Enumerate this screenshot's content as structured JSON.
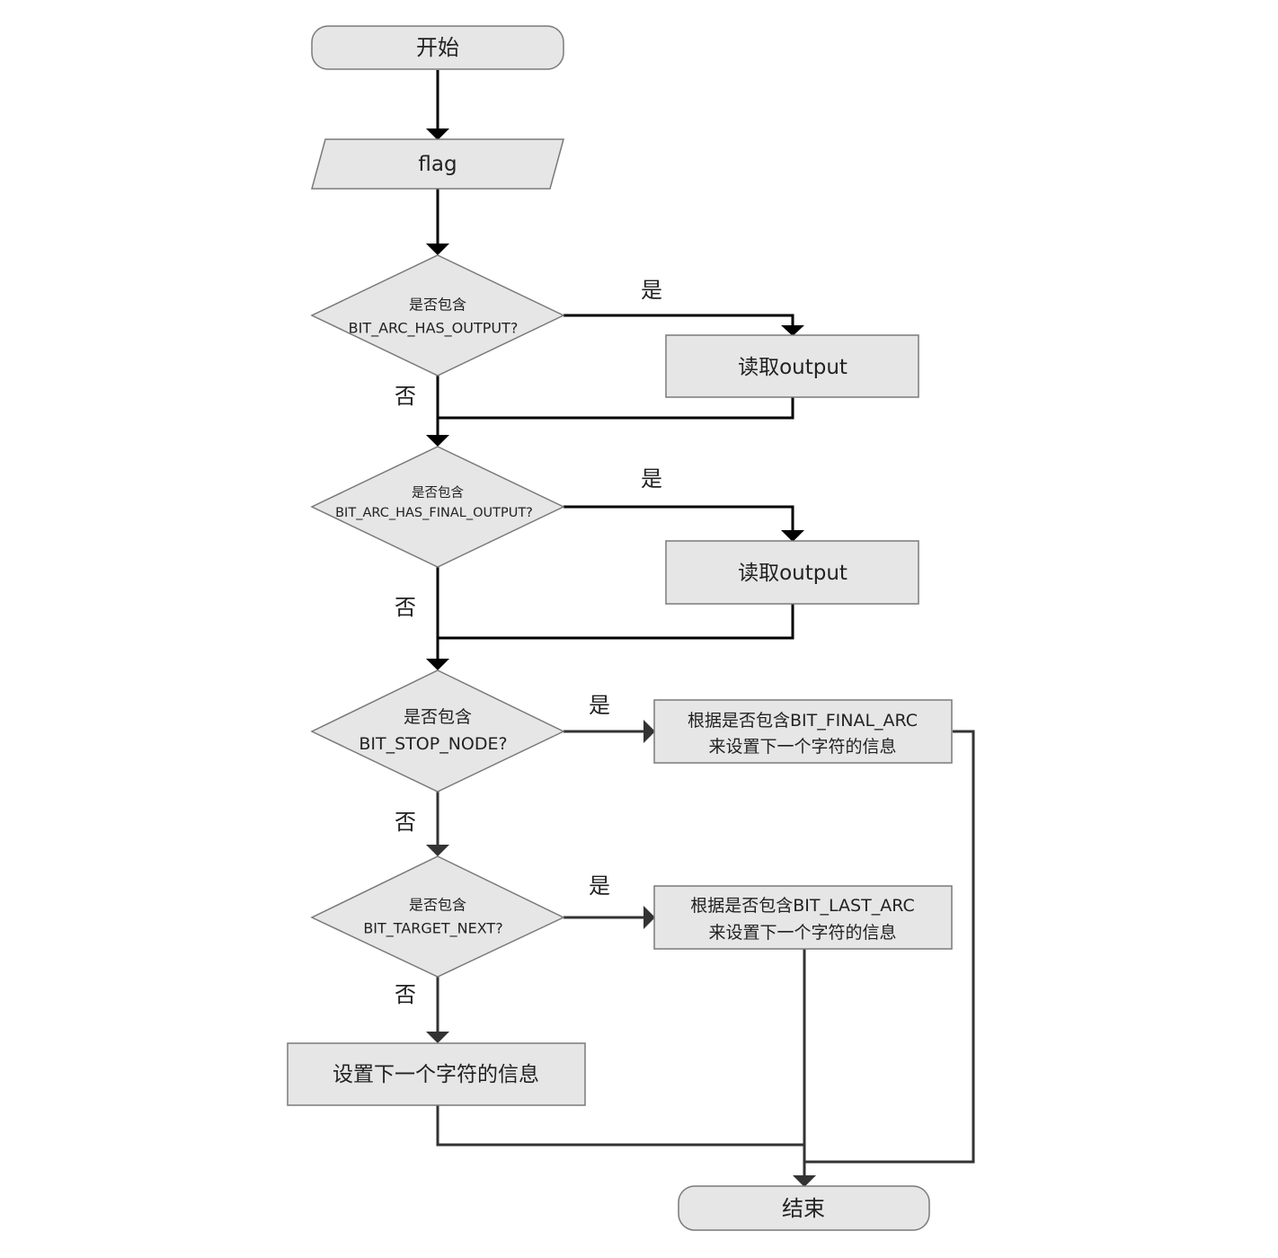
{
  "nodes": {
    "start": "开始",
    "input_flag": "flag",
    "decision1": {
      "line1": "是否包含",
      "line2": "BIT_ARC_HAS_OUTPUT?"
    },
    "read_output_1": "读取output",
    "decision2": {
      "line1": "是否包含",
      "line2": "BIT_ARC_HAS_FINAL_OUTPUT?"
    },
    "read_output_2": "读取output",
    "decision3": {
      "line1": "是否包含",
      "line2": "BIT_STOP_NODE?"
    },
    "set_final_arc": {
      "line1": "根据是否包含BIT_FINAL_ARC",
      "line2": "来设置下一个字符的信息"
    },
    "decision4": {
      "line1": "是否包含",
      "line2": "BIT_TARGET_NEXT?"
    },
    "set_last_arc": {
      "line1": "根据是否包含BIT_LAST_ARC",
      "line2": "来设置下一个字符的信息"
    },
    "set_next_char": "设置下一个字符的信息",
    "end": "结束"
  },
  "labels": {
    "d1_yes": "是",
    "d1_no": "否",
    "d2_yes": "是",
    "d2_no": "否",
    "d3_yes": "是",
    "d3_no": "否",
    "d4_yes": "是",
    "d4_no": "否"
  },
  "colors": {
    "node_fill": "#e6e6e6",
    "node_stroke": "#7a7a7a",
    "edge_black": "#000000",
    "edge_dark": "#333333"
  }
}
